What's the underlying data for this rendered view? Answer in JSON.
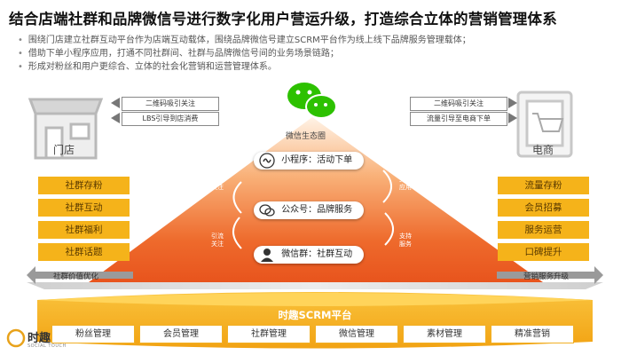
{
  "title": "结合店端社群和品牌微信号进行数字化用户营运升级，打造综合立体的营销管理体系",
  "bullets": [
    "围绕门店建立社群互动平台作为店端互动载体，围绕品牌微信号建立SCRM平台作为线上线下品牌服务管理载体；",
    "借助下单小程序应用，打通不同社群间、社群与品牌微信号间的业务场景链路；",
    "形成对粉丝和用户更综合、立体的社会化营销和运营管理体系。"
  ],
  "left": {
    "store_label": "门店",
    "arrows": [
      "二维码吸引关注",
      "LBS引导到店消费"
    ],
    "tags": [
      "社群存粉",
      "社群互动",
      "社群福利",
      "社群话题"
    ],
    "flow_label": "社群价值优化"
  },
  "right": {
    "store_label": "电商",
    "arrows": [
      "二维码吸引关注",
      "流量引导至电商下单"
    ],
    "tags": [
      "流量存粉",
      "会员招募",
      "服务运营",
      "口碑提升"
    ],
    "flow_label": "营销服务升级"
  },
  "center": {
    "ecosystem_label": "微信生态圈",
    "pills": [
      "小程序：活动下单",
      "公众号：品牌服务",
      "微信群：社群互动"
    ],
    "side_labels_left": [
      "引流\n关注",
      "引流\n关注"
    ],
    "side_labels_right": [
      "支持\n应用",
      "支持\n服务"
    ]
  },
  "platform": {
    "title": "时趣SCRM平台",
    "modules": [
      "粉丝管理",
      "会员管理",
      "社群管理",
      "微信管理",
      "素材管理",
      "精准营销"
    ]
  },
  "logo": {
    "brand": "时趣",
    "sub": "SOCIAL TOUCH"
  },
  "colors": {
    "orange_deep": "#e9531c",
    "orange_light": "#fde0c6",
    "yellow": "#f5b31a",
    "wechat_green": "#2dc100"
  }
}
